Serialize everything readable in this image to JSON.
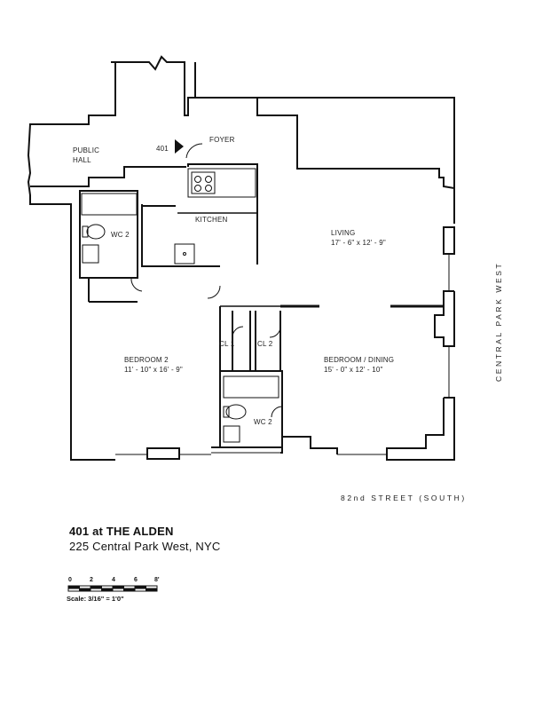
{
  "unit": {
    "number": "401",
    "title": "401 at THE ALDEN",
    "address": "225 Central Park West, NYC"
  },
  "rooms": {
    "public_hall_line1": "PUBLIC",
    "public_hall_line2": "HALL",
    "foyer": "FOYER",
    "kitchen": "KITCHEN",
    "living": "LIVING",
    "living_dims": "17' - 6\" x 12' - 9\"",
    "wc_2_top": "WC 2",
    "bedroom_2": "BEDROOM 2",
    "bedroom_2_dims": "11' - 10\" x 16' - 9\"",
    "cl_1": "CL 1",
    "cl_2": "CL 2",
    "bedroom_dining": "BEDROOM / DINING",
    "bedroom_dining_dims": "15' - 0\" x 12' - 10\"",
    "wc_2_bottom": "WC 2"
  },
  "streets": {
    "east": "CENTRAL PARK WEST",
    "south": "82nd STREET (SOUTH)"
  },
  "scale": {
    "ticks": [
      "0",
      "2",
      "4",
      "6",
      "8'"
    ],
    "text": "Scale:  3/16\" = 1'0\""
  }
}
